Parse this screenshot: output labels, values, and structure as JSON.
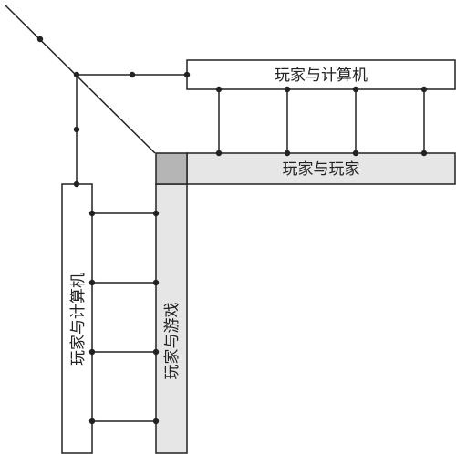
{
  "diagram": {
    "boxes": {
      "player_computer_top": {
        "label": "玩家与计算机"
      },
      "player_player": {
        "label": "玩家与玩家"
      },
      "player_computer_left": {
        "label": "玩家与计算机"
      },
      "player_game": {
        "label": "玩家与游戏"
      }
    },
    "colors": {
      "line": "#222222",
      "box_white": "#ffffff",
      "box_light": "#e6e6e6",
      "corner": "#b5b5b5"
    }
  }
}
